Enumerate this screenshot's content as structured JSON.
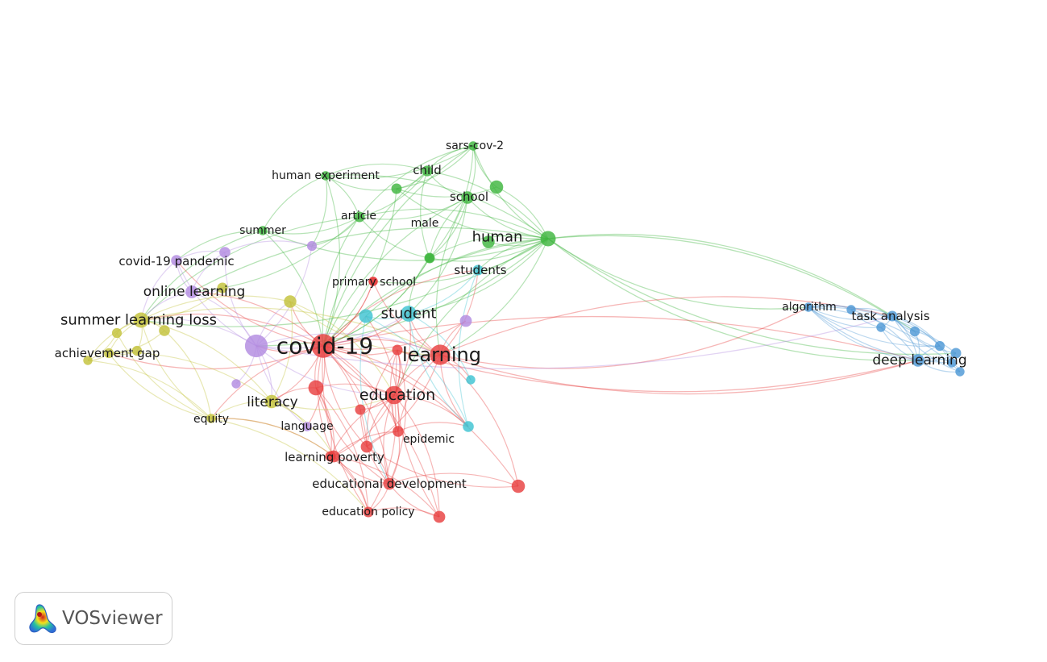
{
  "tool": {
    "name": "VOSviewer"
  },
  "icons": {
    "logo": "vosviewer-logo-icon"
  },
  "colors": {
    "red": "#e8403f",
    "green": "#3fb63f",
    "purple": "#b28be0",
    "yellow": "#c3c23a",
    "cyan": "#3ec3d2",
    "blue": "#4e98d6"
  },
  "nodes": [
    {
      "id": "covid19",
      "label": "covid-19",
      "cluster": "red",
      "weight": 10
    },
    {
      "id": "learning",
      "label": "learning",
      "cluster": "red",
      "weight": 7
    },
    {
      "id": "education",
      "label": "education",
      "cluster": "red",
      "weight": 5.5
    },
    {
      "id": "primary_school",
      "label": "primary school",
      "cluster": "red",
      "weight": 1
    },
    {
      "id": "epidemic",
      "label": "epidemic",
      "cluster": "red",
      "weight": 1.6
    },
    {
      "id": "learning_poverty",
      "label": "learning poverty",
      "cluster": "red",
      "weight": 2
    },
    {
      "id": "educational_development",
      "label": "educational development",
      "cluster": "red",
      "weight": 2
    },
    {
      "id": "education_policy",
      "label": "education policy",
      "cluster": "red",
      "weight": 1.4
    },
    {
      "id": "red_a",
      "label": "",
      "cluster": "red",
      "weight": 3.5
    },
    {
      "id": "red_b",
      "label": "",
      "cluster": "red",
      "weight": 2.6
    },
    {
      "id": "red_c",
      "label": "",
      "cluster": "red",
      "weight": 2
    },
    {
      "id": "red_d",
      "label": "",
      "cluster": "red",
      "weight": 1.4
    },
    {
      "id": "red_e",
      "label": "",
      "cluster": "red",
      "weight": 1.4
    },
    {
      "id": "red_f",
      "label": "",
      "cluster": "red",
      "weight": 2
    },
    {
      "id": "red_g",
      "label": "",
      "cluster": "red",
      "weight": 1.4
    },
    {
      "id": "red_h",
      "label": "",
      "cluster": "red",
      "weight": 1
    },
    {
      "id": "human",
      "label": "human",
      "cluster": "green",
      "weight": 3.6
    },
    {
      "id": "school",
      "label": "school",
      "cluster": "green",
      "weight": 2.2
    },
    {
      "id": "child",
      "label": "child",
      "cluster": "green",
      "weight": 1.5
    },
    {
      "id": "sars_cov_2",
      "label": "sars-cov-2",
      "cluster": "green",
      "weight": 1
    },
    {
      "id": "human_experiment",
      "label": "human experiment",
      "cluster": "green",
      "weight": 1
    },
    {
      "id": "article",
      "label": "article",
      "cluster": "green",
      "weight": 1.4
    },
    {
      "id": "male",
      "label": "male",
      "cluster": "green",
      "weight": 1
    },
    {
      "id": "summer",
      "label": "summer",
      "cluster": "green",
      "weight": 1
    },
    {
      "id": "green_a",
      "label": "",
      "cluster": "green",
      "weight": 2.6
    },
    {
      "id": "green_b",
      "label": "",
      "cluster": "green",
      "weight": 1.4
    },
    {
      "id": "green_c",
      "label": "",
      "cluster": "green",
      "weight": 1.4
    },
    {
      "id": "green_d",
      "label": "",
      "cluster": "green",
      "weight": 2.2
    },
    {
      "id": "purple_main",
      "label": "",
      "cluster": "purple",
      "weight": 9
    },
    {
      "id": "covid19_pandemic",
      "label": "covid-19 pandemic",
      "cluster": "purple",
      "weight": 1.6
    },
    {
      "id": "online_learning",
      "label": "online learning",
      "cluster": "purple",
      "weight": 2.3
    },
    {
      "id": "language",
      "label": "language",
      "cluster": "purple",
      "weight": 1.1
    },
    {
      "id": "purple_a",
      "label": "",
      "cluster": "purple",
      "weight": 1.6
    },
    {
      "id": "purple_b",
      "label": "",
      "cluster": "purple",
      "weight": 1.2
    },
    {
      "id": "purple_c",
      "label": "",
      "cluster": "purple",
      "weight": 2
    },
    {
      "id": "purple_d",
      "label": "",
      "cluster": "purple",
      "weight": 1
    },
    {
      "id": "summer_learning_loss",
      "label": "summer learning loss",
      "cluster": "yellow",
      "weight": 3.6
    },
    {
      "id": "achievement_gap",
      "label": "achievement gap",
      "cluster": "yellow",
      "weight": 1.2
    },
    {
      "id": "literacy",
      "label": "literacy",
      "cluster": "yellow",
      "weight": 2.6
    },
    {
      "id": "equity",
      "label": "equity",
      "cluster": "yellow",
      "weight": 1
    },
    {
      "id": "yellow_a",
      "label": "",
      "cluster": "yellow",
      "weight": 2.2
    },
    {
      "id": "yellow_b",
      "label": "",
      "cluster": "yellow",
      "weight": 1.4
    },
    {
      "id": "yellow_c",
      "label": "",
      "cluster": "yellow",
      "weight": 1.6
    },
    {
      "id": "yellow_d",
      "label": "",
      "cluster": "yellow",
      "weight": 1.2
    },
    {
      "id": "yellow_e",
      "label": "",
      "cluster": "yellow",
      "weight": 1.2
    },
    {
      "id": "yellow_f",
      "label": "",
      "cluster": "yellow",
      "weight": 1
    },
    {
      "id": "student",
      "label": "student",
      "cluster": "cyan",
      "weight": 4
    },
    {
      "id": "students",
      "label": "students",
      "cluster": "cyan",
      "weight": 1.4
    },
    {
      "id": "cyan_a",
      "label": "",
      "cluster": "cyan",
      "weight": 2.8
    },
    {
      "id": "cyan_b",
      "label": "",
      "cluster": "cyan",
      "weight": 1.6
    },
    {
      "id": "cyan_c",
      "label": "",
      "cluster": "cyan",
      "weight": 1
    },
    {
      "id": "deep_learning",
      "label": "deep learning",
      "cluster": "blue",
      "weight": 2.2
    },
    {
      "id": "task_analysis",
      "label": "task analysis",
      "cluster": "blue",
      "weight": 1.4
    },
    {
      "id": "algorithm",
      "label": "algorithm",
      "cluster": "blue",
      "weight": 1
    },
    {
      "id": "blue_a",
      "label": "",
      "cluster": "blue",
      "weight": 1
    },
    {
      "id": "blue_b",
      "label": "",
      "cluster": "blue",
      "weight": 1
    },
    {
      "id": "blue_c",
      "label": "",
      "cluster": "blue",
      "weight": 1.2
    },
    {
      "id": "blue_d",
      "label": "",
      "cluster": "blue",
      "weight": 1.2
    },
    {
      "id": "blue_e",
      "label": "",
      "cluster": "blue",
      "weight": 1.4
    },
    {
      "id": "blue_f",
      "label": "",
      "cluster": "blue",
      "weight": 1
    },
    {
      "id": "blue_g",
      "label": "",
      "cluster": "blue",
      "weight": 1
    }
  ],
  "links": [
    [
      "human",
      "sars_cov_2"
    ],
    [
      "human",
      "child"
    ],
    [
      "human",
      "school"
    ],
    [
      "human",
      "article"
    ],
    [
      "human",
      "male"
    ],
    [
      "human",
      "human_experiment"
    ],
    [
      "human",
      "summer"
    ],
    [
      "human",
      "green_a"
    ],
    [
      "human",
      "green_b"
    ],
    [
      "human",
      "green_c"
    ],
    [
      "human",
      "green_d"
    ],
    [
      "human",
      "covid19"
    ],
    [
      "human",
      "learning"
    ],
    [
      "human",
      "education"
    ],
    [
      "human",
      "student"
    ],
    [
      "human",
      "students"
    ],
    [
      "human",
      "purple_main"
    ],
    [
      "human",
      "online_learning"
    ],
    [
      "human",
      "summer_learning_loss"
    ],
    [
      "human",
      "deep_learning"
    ],
    [
      "human",
      "task_analysis"
    ],
    [
      "human",
      "algorithm"
    ],
    [
      "human",
      "blue_c"
    ],
    [
      "human",
      "blue_e"
    ],
    [
      "human",
      "primary_school"
    ],
    [
      "human",
      "cyan_a"
    ],
    [
      "school",
      "child"
    ],
    [
      "school",
      "sars_cov_2"
    ],
    [
      "school",
      "article"
    ],
    [
      "school",
      "covid19"
    ],
    [
      "school",
      "student"
    ],
    [
      "school",
      "learning"
    ],
    [
      "school",
      "green_c"
    ],
    [
      "school",
      "male"
    ],
    [
      "child",
      "sars_cov_2"
    ],
    [
      "child",
      "human_experiment"
    ],
    [
      "child",
      "article"
    ],
    [
      "child",
      "covid19"
    ],
    [
      "child",
      "green_b"
    ],
    [
      "child",
      "male"
    ],
    [
      "sars_cov_2",
      "human_experiment"
    ],
    [
      "sars_cov_2",
      "article"
    ],
    [
      "sars_cov_2",
      "male"
    ],
    [
      "sars_cov_2",
      "covid19"
    ],
    [
      "sars_cov_2",
      "green_b"
    ],
    [
      "sars_cov_2",
      "green_a"
    ],
    [
      "human_experiment",
      "article"
    ],
    [
      "human_experiment",
      "summer"
    ],
    [
      "human_experiment",
      "covid19"
    ],
    [
      "human_experiment",
      "green_b"
    ],
    [
      "human_experiment",
      "purple_b"
    ],
    [
      "article",
      "covid19"
    ],
    [
      "article",
      "summer"
    ],
    [
      "article",
      "male"
    ],
    [
      "article",
      "purple_b"
    ],
    [
      "article",
      "summer_learning_loss"
    ],
    [
      "article",
      "online_learning"
    ],
    [
      "summer",
      "summer_learning_loss"
    ],
    [
      "summer",
      "covid19"
    ],
    [
      "summer",
      "covid19_pandemic"
    ],
    [
      "male",
      "covid19"
    ],
    [
      "male",
      "green_c"
    ],
    [
      "green_c",
      "covid19"
    ],
    [
      "green_c",
      "student"
    ],
    [
      "green_b",
      "covid19"
    ],
    [
      "green_b",
      "green_a"
    ],
    [
      "covid19",
      "learning"
    ],
    [
      "covid19",
      "education"
    ],
    [
      "covid19",
      "purple_main"
    ],
    [
      "covid19",
      "student"
    ],
    [
      "covid19",
      "students"
    ],
    [
      "covid19",
      "primary_school"
    ],
    [
      "covid19",
      "epidemic"
    ],
    [
      "covid19",
      "learning_poverty"
    ],
    [
      "covid19",
      "educational_development"
    ],
    [
      "covid19",
      "education_policy"
    ],
    [
      "covid19",
      "literacy"
    ],
    [
      "covid19",
      "equity"
    ],
    [
      "covid19",
      "language"
    ],
    [
      "covid19",
      "online_learning"
    ],
    [
      "covid19",
      "covid19_pandemic"
    ],
    [
      "covid19",
      "summer_learning_loss"
    ],
    [
      "covid19",
      "achievement_gap"
    ],
    [
      "covid19",
      "red_a"
    ],
    [
      "covid19",
      "red_b"
    ],
    [
      "covid19",
      "red_c"
    ],
    [
      "covid19",
      "red_f"
    ],
    [
      "covid19",
      "red_h"
    ],
    [
      "covid19",
      "yellow_a"
    ],
    [
      "covid19",
      "cyan_a"
    ],
    [
      "covid19",
      "cyan_b"
    ],
    [
      "covid19",
      "purple_c"
    ],
    [
      "covid19",
      "deep_learning"
    ],
    [
      "learning",
      "education"
    ],
    [
      "learning",
      "student"
    ],
    [
      "learning",
      "students"
    ],
    [
      "learning",
      "purple_c"
    ],
    [
      "learning",
      "cyan_b"
    ],
    [
      "learning",
      "cyan_c"
    ],
    [
      "learning",
      "epidemic"
    ],
    [
      "learning",
      "red_h"
    ],
    [
      "learning",
      "deep_learning"
    ],
    [
      "learning",
      "task_analysis"
    ],
    [
      "learning",
      "algorithm"
    ],
    [
      "learning",
      "red_b"
    ],
    [
      "education",
      "epidemic"
    ],
    [
      "education",
      "learning_poverty"
    ],
    [
      "education",
      "educational_development"
    ],
    [
      "education",
      "education_policy"
    ],
    [
      "education",
      "red_a"
    ],
    [
      "education",
      "red_d"
    ],
    [
      "education",
      "red_e"
    ],
    [
      "education",
      "red_f"
    ],
    [
      "education",
      "red_g"
    ],
    [
      "education",
      "cyan_b"
    ],
    [
      "education",
      "student"
    ],
    [
      "red_a",
      "learning_poverty"
    ],
    [
      "red_a",
      "educational_development"
    ],
    [
      "red_a",
      "education_policy"
    ],
    [
      "red_a",
      "literacy"
    ],
    [
      "red_a",
      "red_e"
    ],
    [
      "red_b",
      "educational_development"
    ],
    [
      "red_b",
      "red_c"
    ],
    [
      "red_f",
      "learning_poverty"
    ],
    [
      "red_f",
      "educational_development"
    ],
    [
      "red_f",
      "education_policy"
    ],
    [
      "red_f",
      "red_g"
    ],
    [
      "red_g",
      "red_c"
    ],
    [
      "red_g",
      "educational_development"
    ],
    [
      "red_g",
      "learning"
    ],
    [
      "red_g",
      "education"
    ],
    [
      "red_g",
      "epidemic"
    ],
    [
      "red_g",
      "covid19"
    ],
    [
      "red_g",
      "deep_learning"
    ],
    [
      "red_c",
      "educational_development"
    ],
    [
      "red_c",
      "learning"
    ],
    [
      "red_c",
      "education"
    ],
    [
      "red_c",
      "covid19"
    ],
    [
      "red_c",
      "epidemic"
    ],
    [
      "red_d",
      "educational_development"
    ],
    [
      "red_e",
      "education_policy"
    ],
    [
      "learning_poverty",
      "educational_development"
    ],
    [
      "learning_poverty",
      "education_policy"
    ],
    [
      "learning_poverty",
      "equity"
    ],
    [
      "educational_development",
      "education_policy"
    ],
    [
      "epidemic",
      "learning_poverty"
    ],
    [
      "epidemic",
      "educational_development"
    ],
    [
      "purple_main",
      "online_learning"
    ],
    [
      "purple_main",
      "covid19_pandemic"
    ],
    [
      "purple_main",
      "summer_learning_loss"
    ],
    [
      "purple_main",
      "literacy"
    ],
    [
      "purple_main",
      "language"
    ],
    [
      "purple_main",
      "purple_a"
    ],
    [
      "purple_main",
      "purple_b"
    ],
    [
      "purple_main",
      "purple_d"
    ],
    [
      "purple_main",
      "student"
    ],
    [
      "purple_main",
      "learning"
    ],
    [
      "purple_main",
      "education"
    ],
    [
      "purple_main",
      "yellow_a"
    ],
    [
      "purple_main",
      "task_analysis"
    ],
    [
      "online_learning",
      "covid19_pandemic"
    ],
    [
      "online_learning",
      "summer_learning_loss"
    ],
    [
      "online_learning",
      "purple_a"
    ],
    [
      "online_learning",
      "yellow_b"
    ],
    [
      "covid19_pandemic",
      "purple_a"
    ],
    [
      "covid19_pandemic",
      "summer_learning_loss"
    ],
    [
      "purple_a",
      "purple_b"
    ],
    [
      "summer_learning_loss",
      "achievement_gap"
    ],
    [
      "summer_learning_loss",
      "yellow_a"
    ],
    [
      "summer_learning_loss",
      "yellow_b"
    ],
    [
      "summer_learning_loss",
      "yellow_c"
    ],
    [
      "summer_learning_loss",
      "yellow_d"
    ],
    [
      "summer_learning_loss",
      "yellow_e"
    ],
    [
      "summer_learning_loss",
      "yellow_f"
    ],
    [
      "summer_learning_loss",
      "literacy"
    ],
    [
      "summer_learning_loss",
      "equity"
    ],
    [
      "summer_learning_loss",
      "learning"
    ],
    [
      "achievement_gap",
      "yellow_e"
    ],
    [
      "achievement_gap",
      "yellow_f"
    ],
    [
      "achievement_gap",
      "yellow_c"
    ],
    [
      "achievement_gap",
      "literacy"
    ],
    [
      "achievement_gap",
      "equity"
    ],
    [
      "yellow_d",
      "yellow_f"
    ],
    [
      "yellow_d",
      "equity"
    ],
    [
      "yellow_c",
      "equity"
    ],
    [
      "literacy",
      "equity"
    ],
    [
      "literacy",
      "language"
    ],
    [
      "literacy",
      "yellow_a"
    ],
    [
      "literacy",
      "learning_poverty"
    ],
    [
      "literacy",
      "education"
    ],
    [
      "equity",
      "education_policy"
    ],
    [
      "equity",
      "yellow_f"
    ],
    [
      "equity",
      "learning_poverty"
    ],
    [
      "yellow_a",
      "learning"
    ],
    [
      "yellow_a",
      "education"
    ],
    [
      "student",
      "students"
    ],
    [
      "student",
      "cyan_a"
    ],
    [
      "student",
      "cyan_b"
    ],
    [
      "student",
      "cyan_c"
    ],
    [
      "students",
      "cyan_b"
    ],
    [
      "cyan_a",
      "cyan_b"
    ],
    [
      "deep_learning",
      "task_analysis"
    ],
    [
      "deep_learning",
      "algorithm"
    ],
    [
      "deep_learning",
      "blue_a"
    ],
    [
      "deep_learning",
      "blue_b"
    ],
    [
      "deep_learning",
      "blue_c"
    ],
    [
      "deep_learning",
      "blue_d"
    ],
    [
      "deep_learning",
      "blue_e"
    ],
    [
      "deep_learning",
      "blue_f"
    ],
    [
      "deep_learning",
      "blue_g"
    ],
    [
      "task_analysis",
      "algorithm"
    ],
    [
      "task_analysis",
      "blue_a"
    ],
    [
      "task_analysis",
      "blue_b"
    ],
    [
      "task_analysis",
      "blue_c"
    ],
    [
      "task_analysis",
      "blue_d"
    ],
    [
      "task_analysis",
      "blue_e"
    ],
    [
      "task_analysis",
      "blue_f"
    ],
    [
      "task_analysis",
      "blue_g"
    ],
    [
      "algorithm",
      "blue_a"
    ],
    [
      "algorithm",
      "blue_b"
    ],
    [
      "algorithm",
      "blue_c"
    ],
    [
      "algorithm",
      "blue_d"
    ],
    [
      "algorithm",
      "blue_e"
    ],
    [
      "algorithm",
      "blue_f"
    ],
    [
      "algorithm",
      "blue_g"
    ],
    [
      "blue_a",
      "blue_b"
    ],
    [
      "blue_c",
      "blue_d"
    ],
    [
      "blue_e",
      "blue_f"
    ],
    [
      "blue_f",
      "blue_g"
    ],
    [
      "blue_b",
      "blue_d"
    ],
    [
      "blue_d",
      "blue_f"
    ],
    [
      "epidemic",
      "cyan_a"
    ],
    [
      "epidemic",
      "cyan_b"
    ],
    [
      "cyan_a",
      "educational_development"
    ]
  ]
}
